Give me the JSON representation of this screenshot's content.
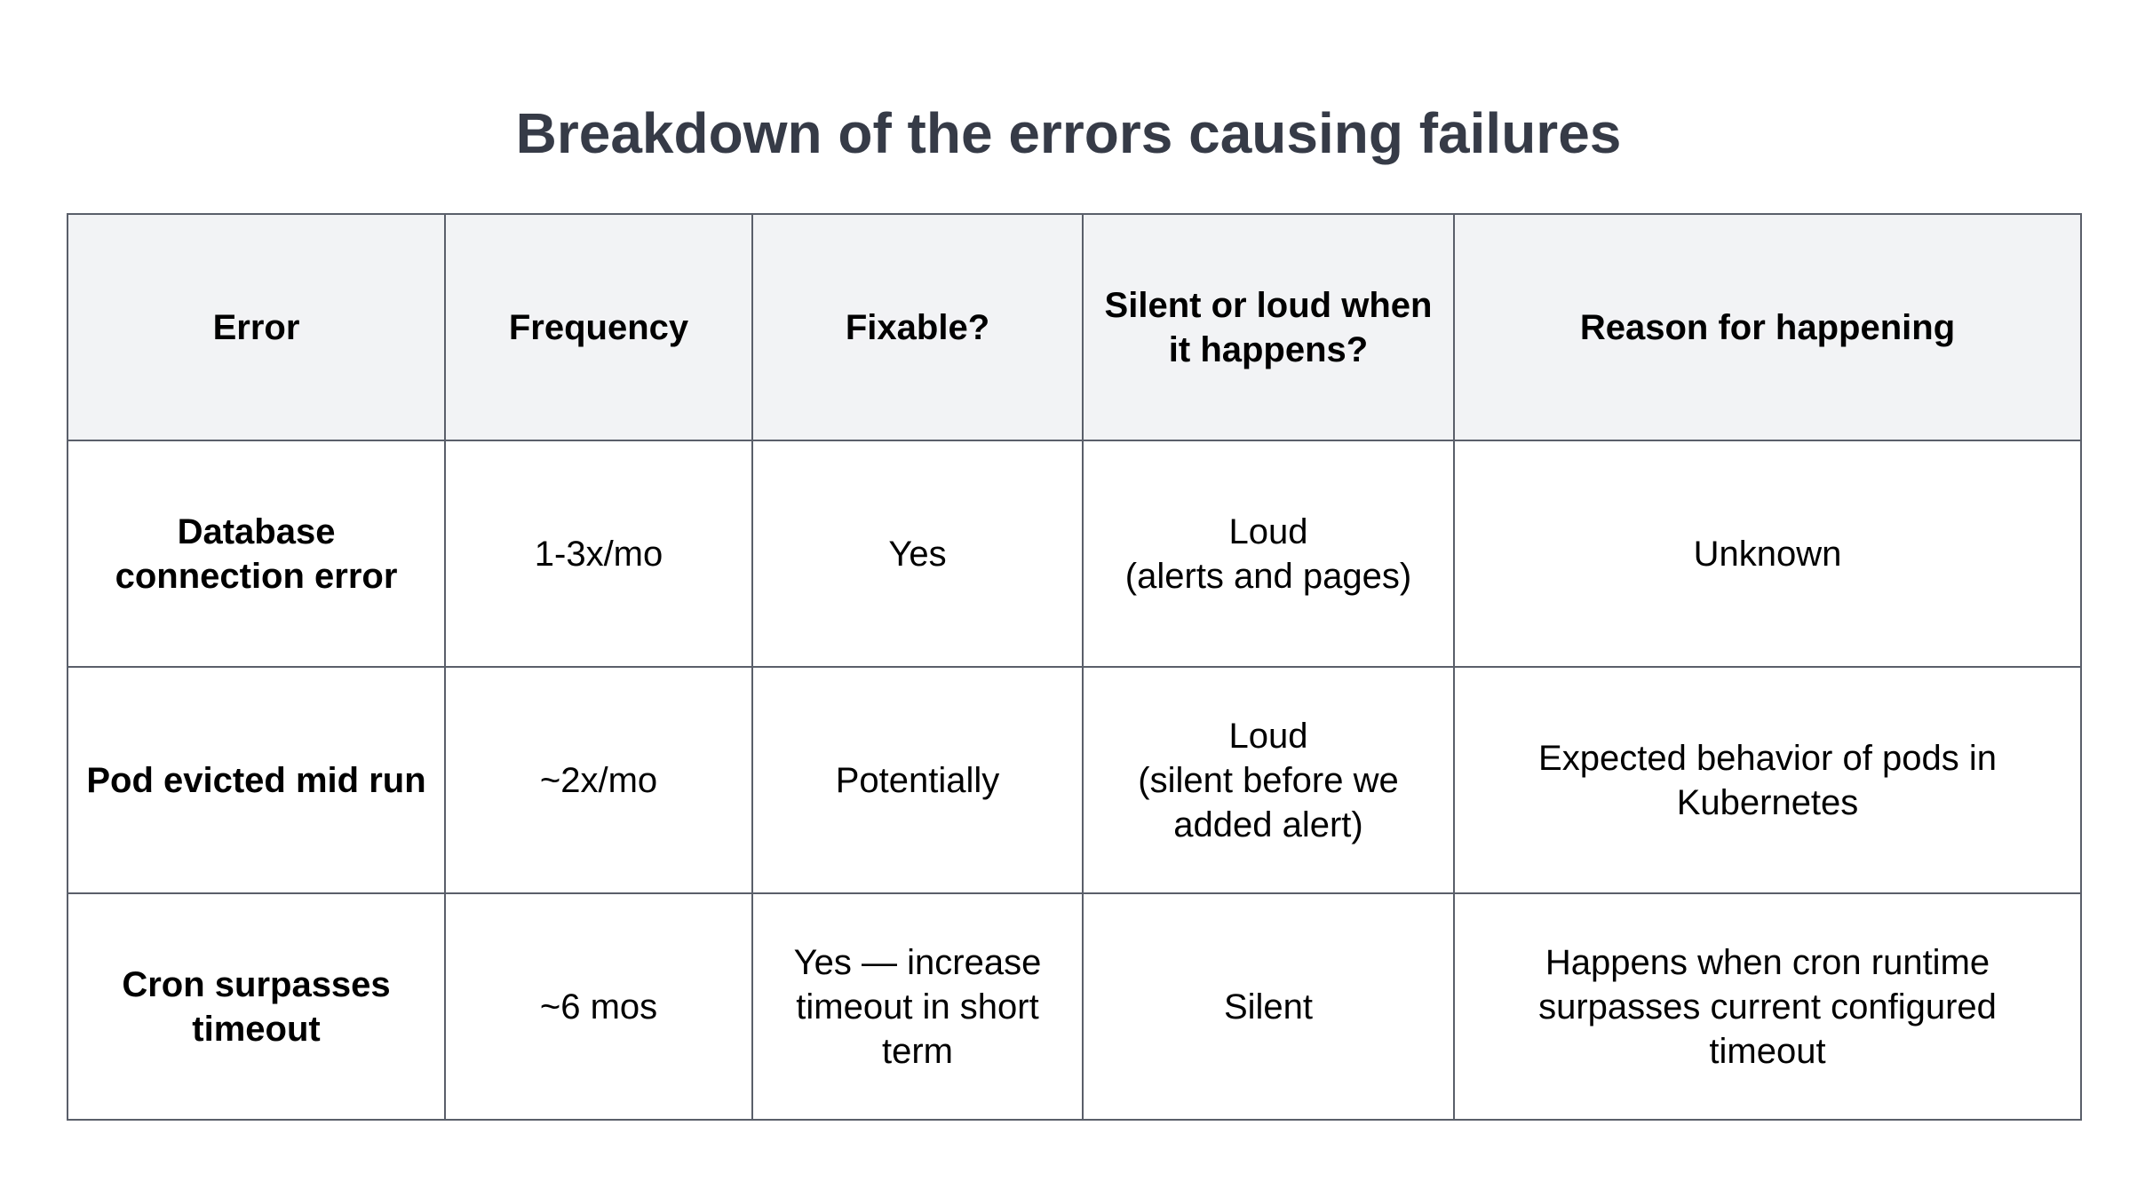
{
  "title": "Breakdown of the errors causing failures",
  "table": {
    "headers": [
      "Error",
      "Frequency",
      "Fixable?",
      "Silent or loud when\nit happens?",
      "Reason for happening"
    ],
    "rows": [
      {
        "error": "Database\nconnection error",
        "frequency": "1-3x/mo",
        "fixable": "Yes",
        "silent_or_loud": "Loud\n(alerts and pages)",
        "reason": "Unknown"
      },
      {
        "error": "Pod evicted mid run",
        "frequency": "~2x/mo",
        "fixable": "Potentially",
        "silent_or_loud": "Loud\n(silent before we\nadded alert)",
        "reason": "Expected behavior of pods in\nKubernetes"
      },
      {
        "error": "Cron surpasses\ntimeout",
        "frequency": "~6 mos",
        "fixable": "Yes — increase\ntimeout in short\nterm",
        "silent_or_loud": "Silent",
        "reason": "Happens when cron runtime\nsurpasses current configured\ntimeout"
      }
    ]
  },
  "colors": {
    "title": "#363b47",
    "header_background": "#f2f3f5",
    "border": "#5a5f6a",
    "text": "#000000"
  }
}
